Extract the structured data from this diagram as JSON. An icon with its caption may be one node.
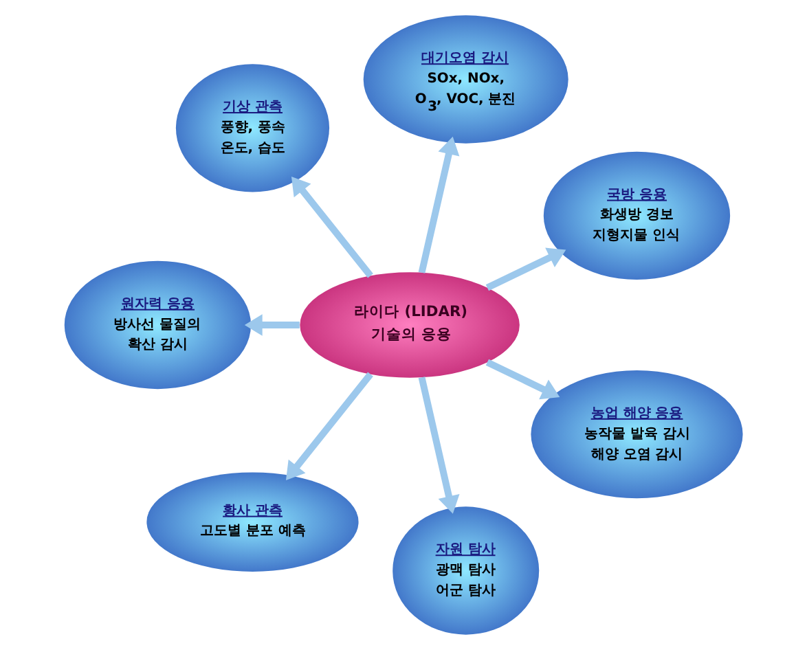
{
  "diagram": {
    "nodes": [
      {
        "text": [
          "국방 응용",
          "화생방 경보",
          "지형지물 인식"
        ]
      },
      {
        "text": [
          "대기오염 감시",
          "SOx, NOx,",
          "O$_{3}$, VOC, 분진"
        ]
      },
      {
        "text": [
          "기상 관측",
          "풍향, 풍속",
          "온도, 습도"
        ]
      },
      {
        "text": [
          "원자력 응용",
          "방사선 물질의 확산 감시"
        ]
      },
      {
        "text": [
          "라이다 (LIDAR) 기술의 응용"
        ]
      },
      {
        "text": [
          "황사 관측",
          "고도별 분포 예측"
        ]
      },
      {
        "text": [
          "자원 탐사",
          "광맥 탐사",
          "어군 탐사"
        ]
      },
      {
        "text": [
          "농업 해양 응용",
          "농작물 발육 감시",
          "해양 오염 감시"
        ]
      }
    ],
    "edges": [
      {
        "from": 4,
        "to": 0,
        "arrow": "to"
      },
      {
        "from": 4,
        "to": 1,
        "arrow": "to"
      },
      {
        "from": 4,
        "to": 2,
        "arrow": "to"
      },
      {
        "from": 4,
        "to": 3,
        "arrow": "to"
      },
      {
        "from": 4,
        "to": 5,
        "arrow": "to"
      },
      {
        "from": 4,
        "to": 6,
        "arrow": "to"
      },
      {
        "from": 4,
        "to": 7,
        "arrow": "to"
      }
    ]
  }
}
